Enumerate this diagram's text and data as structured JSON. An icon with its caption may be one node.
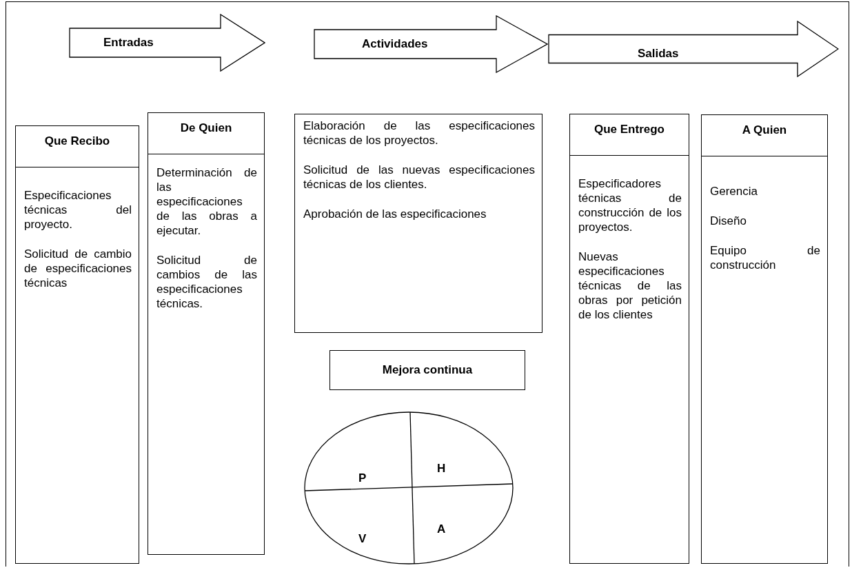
{
  "diagram": {
    "nodes": [
      {
        "text": [
          "Entradas"
        ]
      },
      {
        "text": [
          "Actividades"
        ]
      },
      {
        "text": [
          "Salidas"
        ]
      },
      {
        "text": [
          "Que Recibo",
          "Especificaciones técnicas del proyecto.",
          "Solicitud de cambio de especificaciones técnicas"
        ]
      },
      {
        "text": [
          "De Quien",
          "Determinación de las especificaciones de las obras a ejecutar.",
          "Solicitud de cambios de las especificaciones técnicas."
        ]
      },
      {
        "text": [
          "Elaboración de las especificaciones técnicas de los proyectos.",
          "Solicitud de las nuevas especificaciones técnicas de los clientes.",
          "Aprobación de las especificaciones"
        ]
      },
      {
        "text": [
          "Mejora continua"
        ]
      },
      {
        "text": [
          "P",
          "H",
          "V",
          "A"
        ]
      },
      {
        "text": [
          "Que Entrego",
          "Especificadores técnicas de construcción de los proyectos.",
          "Nuevas especificaciones técnicas de las obras por petición de los clientes"
        ]
      },
      {
        "text": [
          "A Quien",
          "Gerencia",
          "Diseño",
          "Equipo de construcción"
        ]
      }
    ]
  }
}
